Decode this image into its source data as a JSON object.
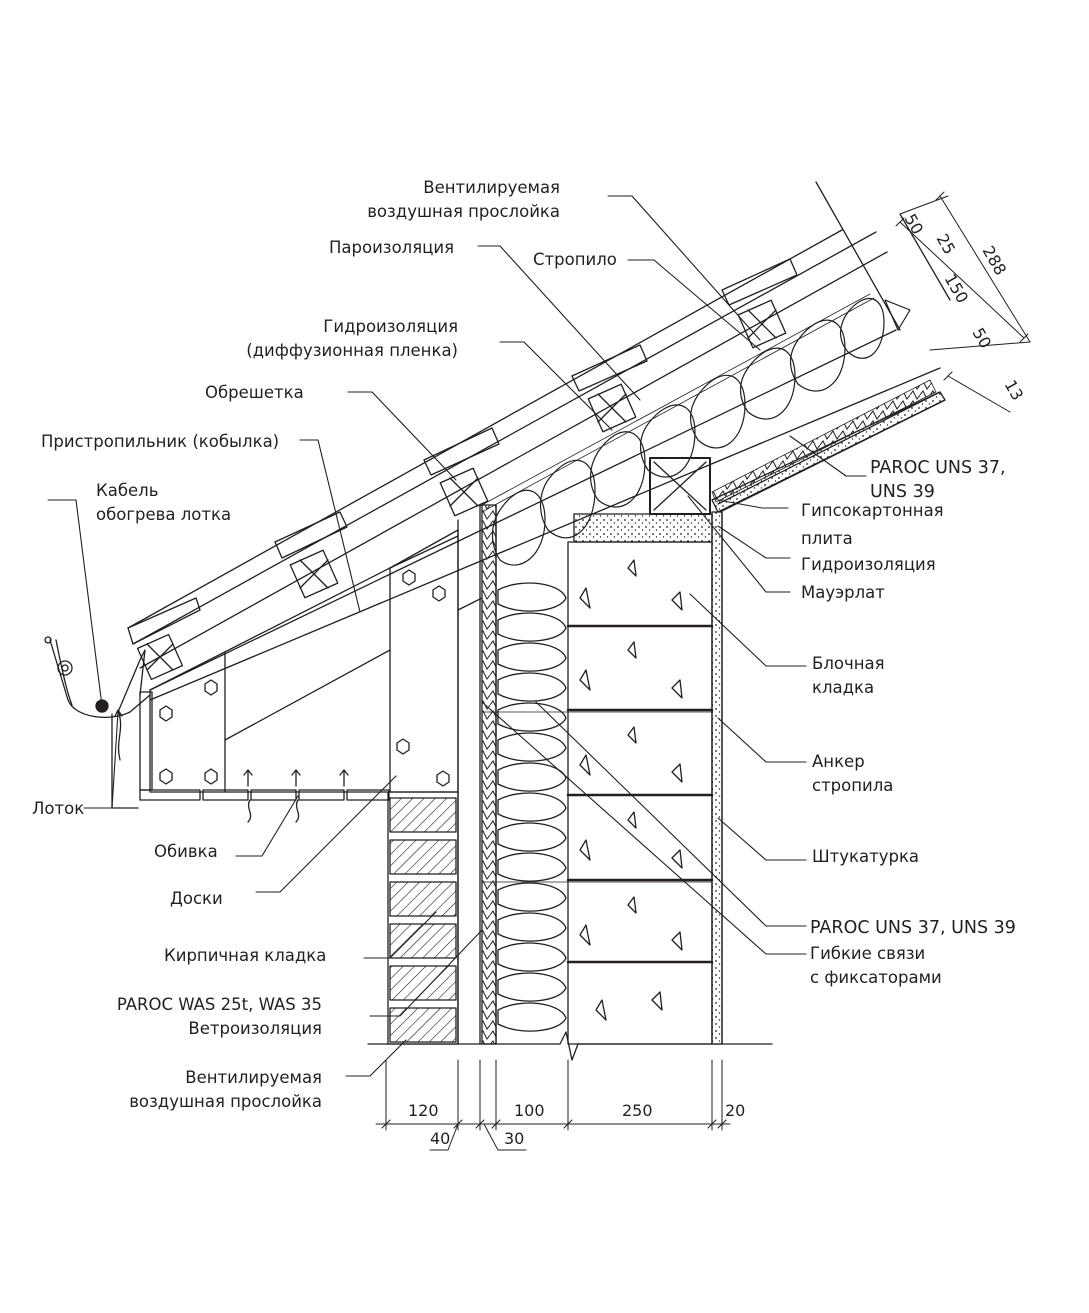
{
  "colors": {
    "ink": "#231f20",
    "background": "#ffffff"
  },
  "labels_left": {
    "vent_gap_roof": [
      "Вентилируемая",
      "воздушная прослойка"
    ],
    "vapor_barrier": "Пароизоляция",
    "rafter": "Стропило",
    "waterproofing_membrane": [
      "Гидроизоляция",
      "(диффузионная пленка)"
    ],
    "battens": "Обрешетка",
    "rafter_extension": "Пристропильник (кобылка)",
    "heating_cable": [
      "Кабель",
      "обогрева лотка"
    ],
    "gutter": "Лоток",
    "soffit_cladding": "Обивка",
    "boards": "Доски",
    "brick_masonry": "Кирпичная кладка",
    "paroc_was": [
      "PAROC WAS 25t, WAS 35",
      "Ветроизоляция"
    ],
    "vent_gap_wall": [
      "Вентилируемая",
      "воздушная прослойка"
    ]
  },
  "labels_right": {
    "paroc_uns_roof": [
      "PAROC UNS 37,",
      "UNS 39"
    ],
    "drywall": [
      "Гипсокартонная",
      "плита"
    ],
    "waterproofing": "Гидроизоляция",
    "wall_plate": "Мауэрлат",
    "block_masonry": [
      "Блочная",
      "кладка"
    ],
    "rafter_anchor": [
      "Анкер",
      "стропила"
    ],
    "plaster": "Штукатурка",
    "paroc_uns_wall": "PAROC UNS 37, UNS 39",
    "flexible_ties": [
      "Гибкие связи",
      "с фиксаторами"
    ]
  },
  "roof_dimensions": [
    "50",
    "25",
    "150",
    "288",
    "50",
    "13"
  ],
  "wall_dimensions": {
    "top": [
      "120",
      "100",
      "250",
      "20"
    ],
    "bottom": [
      "40",
      "30"
    ]
  }
}
